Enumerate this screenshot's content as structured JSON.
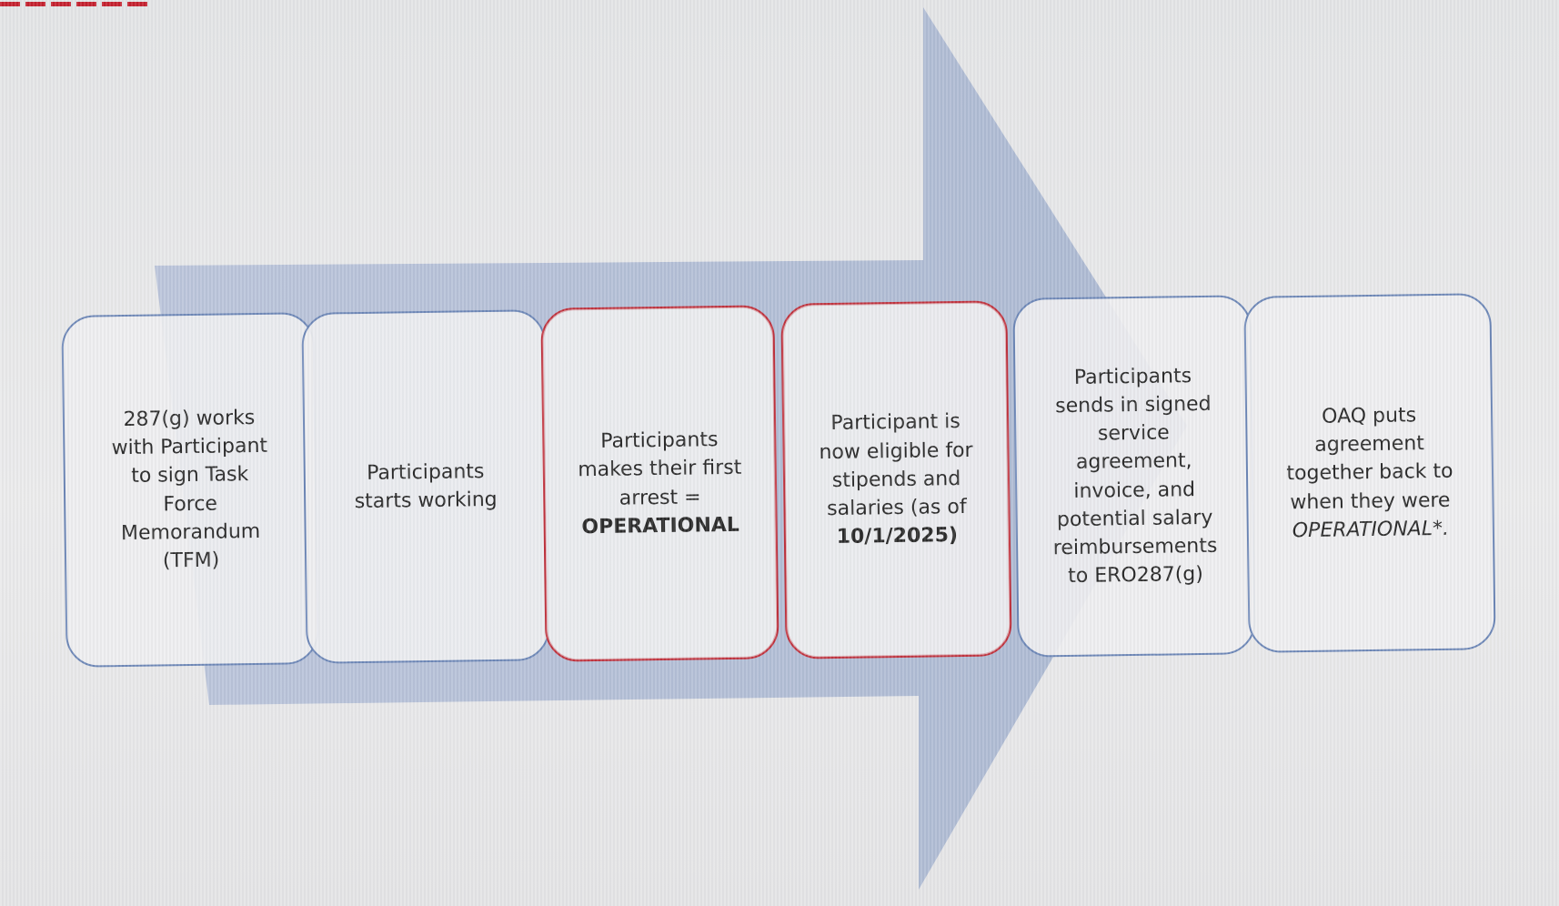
{
  "diagram": {
    "colors": {
      "arrow": "#aebbd5",
      "step_border": "#6d87b7",
      "highlight_border": "#c0323d",
      "title_fragment": "#c4212f"
    },
    "steps": [
      {
        "text": "287(g) works\nwith Participant\nto sign Task\nForce\nMemorandum\n(TFM)",
        "highlighted": false
      },
      {
        "text": "Participants\nstarts working",
        "highlighted": false
      },
      {
        "text": "Participants\nmakes their first\narrest =",
        "emphasis": "OPERATIONAL",
        "highlighted": true
      },
      {
        "text": "Participant is\nnow eligible for\nstipends and\nsalaries (as of",
        "emphasis": "10/1/2025)",
        "highlighted": true
      },
      {
        "text": "Participants\nsends in signed\nservice\nagreement,\ninvoice, and\npotential salary\nreimbursements\nto ERO287(g)",
        "highlighted": false
      },
      {
        "text": "OAQ puts\nagreement\ntogether back to\nwhen they were",
        "italic": "OPERATIONAL*.",
        "highlighted": false
      }
    ]
  }
}
